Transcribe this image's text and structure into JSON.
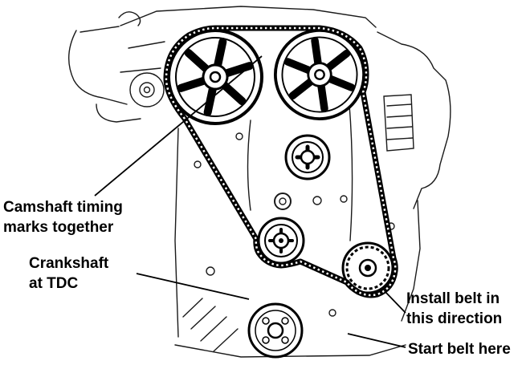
{
  "canvas": {
    "background": "#ffffff",
    "ink": "#000000"
  },
  "labels": {
    "camshaft_line1": "Camshaft timing",
    "camshaft_line2": "marks together",
    "crankshaft_line1": "Crankshaft",
    "crankshaft_line2": "at TDC",
    "install_line1": "Install belt in",
    "install_line2": "this direction",
    "start": "Start belt here"
  }
}
